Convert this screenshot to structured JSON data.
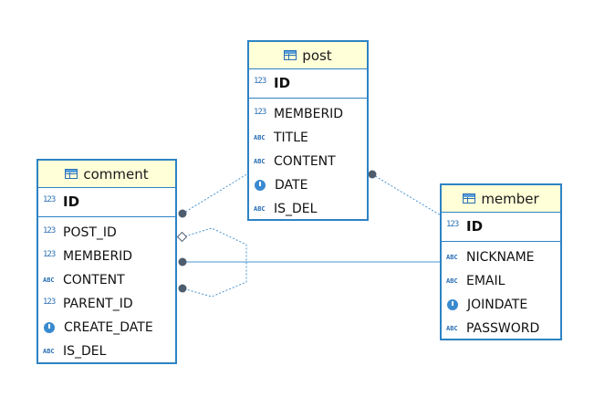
{
  "colors": {
    "border": "#2d83c4",
    "header_bg": "#ffffd8",
    "link": "#4b94d0",
    "endpoint": "#4d5d6d"
  },
  "entities": {
    "post": {
      "title": "post",
      "pk": [
        {
          "name": "ID",
          "type": "number-key-icon"
        }
      ],
      "columns": [
        {
          "name": "MEMBERID",
          "type": "number-fk-icon"
        },
        {
          "name": "TITLE",
          "type": "string-icon"
        },
        {
          "name": "CONTENT",
          "type": "string-icon"
        },
        {
          "name": "DATE",
          "type": "date-icon"
        },
        {
          "name": "IS_DEL",
          "type": "string-icon"
        }
      ]
    },
    "comment": {
      "title": "comment",
      "pk": [
        {
          "name": "ID",
          "type": "number-key-icon"
        }
      ],
      "columns": [
        {
          "name": "POST_ID",
          "type": "number-fk-icon"
        },
        {
          "name": "MEMBERID",
          "type": "number-fk-icon"
        },
        {
          "name": "CONTENT",
          "type": "string-icon"
        },
        {
          "name": "PARENT_ID",
          "type": "number-fk-icon"
        },
        {
          "name": "CREATE_DATE",
          "type": "date-icon"
        },
        {
          "name": "IS_DEL",
          "type": "string-icon"
        }
      ]
    },
    "member": {
      "title": "member",
      "pk": [
        {
          "name": "ID",
          "type": "number-key-icon"
        }
      ],
      "columns": [
        {
          "name": "NICKNAME",
          "type": "string-icon"
        },
        {
          "name": "EMAIL",
          "type": "string-icon"
        },
        {
          "name": "JOINDATE",
          "type": "date-icon"
        },
        {
          "name": "PASSWORD",
          "type": "string-icon"
        }
      ]
    }
  },
  "icons": {
    "number-key-icon": "123",
    "number-fk-icon": "123",
    "string-icon": "ABC"
  },
  "relationships": [
    {
      "from": "comment.POST_ID",
      "to": "post.ID"
    },
    {
      "from": "comment.MEMBERID",
      "to": "member.ID"
    },
    {
      "from": "comment.PARENT_ID",
      "to": "comment.ID"
    },
    {
      "from": "post.MEMBERID",
      "to": "member.ID"
    }
  ]
}
